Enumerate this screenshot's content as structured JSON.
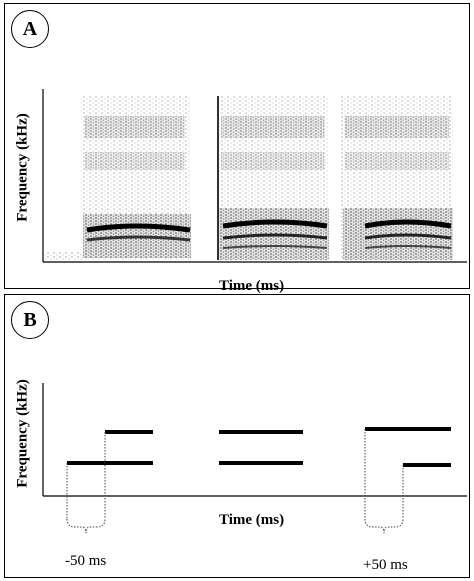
{
  "panel_a": {
    "label": "A",
    "y_axis_label": "Frequency (kHz)",
    "x_axis_label": "Time (ms)"
  },
  "panel_b": {
    "label": "B",
    "y_axis_label": "Frequency (kHz)",
    "x_axis_label": "Time (ms)",
    "annotations": {
      "left_offset": "-50 ms",
      "right_offset": "+50 ms"
    }
  },
  "colors": {
    "line": "#000000",
    "background": "#ffffff"
  }
}
